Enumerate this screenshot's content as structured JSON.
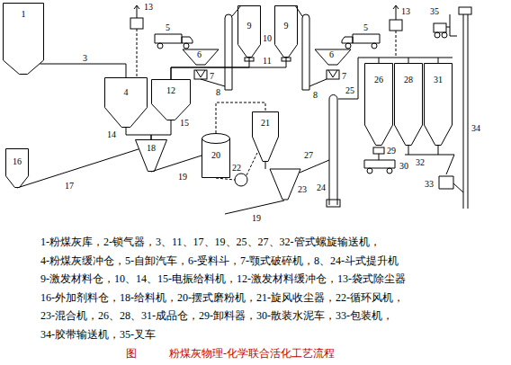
{
  "diagram": {
    "caption": "图　　　粉煤灰物理-化学联合活化工艺流程",
    "nodes": [
      {
        "text": [
          "1"
        ]
      },
      {
        "text": [
          "4"
        ]
      },
      {
        "text": [
          "12"
        ]
      },
      {
        "text": [
          "9"
        ]
      },
      {
        "text": [
          "9"
        ]
      },
      {
        "text": [
          "16"
        ]
      },
      {
        "text": [
          "18"
        ]
      },
      {
        "text": [
          "20"
        ]
      },
      {
        "text": [
          "21"
        ]
      },
      {
        "text": [
          "26"
        ]
      },
      {
        "text": [
          "28"
        ]
      },
      {
        "text": [
          "31"
        ]
      }
    ],
    "edges": [
      {
        "from": 0,
        "to": 1,
        "arrow": "none"
      },
      {
        "from": 3,
        "to": 2,
        "arrow": "none"
      },
      {
        "from": 4,
        "to": 2,
        "arrow": "none"
      },
      {
        "from": 5,
        "to": 6,
        "arrow": "none"
      },
      {
        "from": 1,
        "to": 6,
        "arrow": "none"
      },
      {
        "from": 2,
        "to": 6,
        "arrow": "none"
      },
      {
        "from": 6,
        "to": 7,
        "arrow": "none"
      },
      {
        "from": 7,
        "to": 8,
        "arrow": "none"
      }
    ],
    "labels": [
      "3",
      "13",
      "5",
      "6",
      "7",
      "8",
      "10",
      "11",
      "8",
      "6",
      "7",
      "5",
      "13",
      "35",
      "14",
      "15",
      "17",
      "19",
      "22",
      "23",
      "19",
      "24",
      "25",
      "27",
      "29",
      "30",
      "32",
      "33",
      "34",
      "1-粉煤灰库，2-锁气器，3、11、17、19、25、27、32-管式螺旋输送机，",
      "4-粉煤灰缓冲仓，5-自卸汽车，6-受料斗，7-颚式破碎机，8、24-斗式提升机",
      "9-激发材料仓，10、14、15-电振给料机，12-激发材料缓冲仓，13-袋式除尘器",
      "16-外加剂料仓，18-给料机，20-摆式磨粉机，21-旋风收尘器，22-循环风机，",
      "23-混合机，26、28、31-成品仓，29-卸料器，30-散装水泥车，33-包装机，",
      "34-胶带输送机，35-叉车"
    ]
  }
}
